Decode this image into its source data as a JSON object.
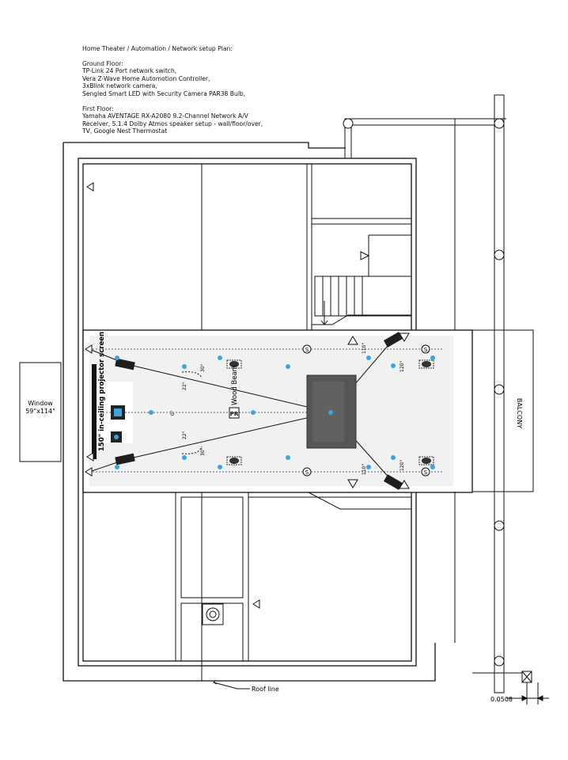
{
  "title": "Home Theater / Automation / Network setup Plan:",
  "ground_floor": {
    "heading": "Ground Floor:",
    "lines": [
      "TP-Link 24 Port network switch,",
      "Vera Z-Wave Home Automotion Controller,",
      "3xBlink network camera,",
      "Sengled Smart LED with Security Camera PAR38 Bulb,"
    ]
  },
  "first_floor": {
    "heading": "First Floor:",
    "lines": [
      "Yamaha AVENTAGE RX-A2080 9.2-Channel Network A/V",
      "Receiver, 5.1.4 Dolby Atmos speaker setup - wall/floor/over,",
      "TV, Google Nest Thermostat"
    ]
  },
  "labels": {
    "window": "Window",
    "window_size": "59\"x114\"",
    "balcony": "BALCONY",
    "projector_screen": "150\" in-ceiling projector screen",
    "wood_beam": "Wood Beam",
    "pr": "PR",
    "roof_line": "Roof line",
    "dimension": "0.0508",
    "speaker_symbol": "S",
    "angle_22": "22°",
    "angle_30": "30°",
    "angle_110": "110°",
    "angle_120": "120°",
    "angle_0": "0°"
  },
  "colors": {
    "line": "#111111",
    "room_fill": "#f3f3f3",
    "sofa": "#555555",
    "accent_blue": "#3fa3e0"
  }
}
